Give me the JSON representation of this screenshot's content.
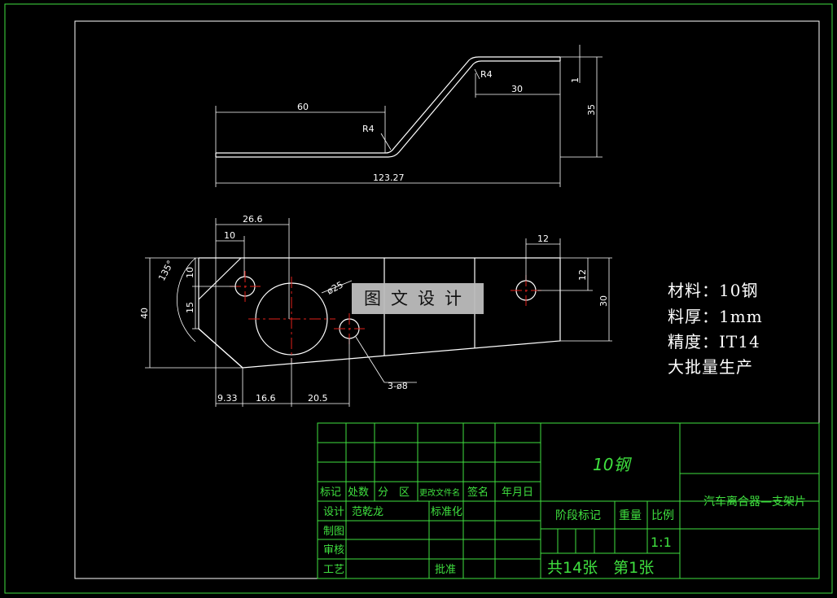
{
  "colors": {
    "background": "#000000",
    "frame": "#3fe03f",
    "geometry": "#ffffff",
    "center": "#e0201a"
  },
  "top_view": {
    "dims": {
      "total_length": "123.27",
      "left_len": "60",
      "right_len": "30",
      "height": "35",
      "thickness": "1",
      "radius_left": "R4",
      "radius_right": "R4"
    }
  },
  "flat_view": {
    "dims": {
      "d26": "26.6",
      "d10": "10",
      "d12": "12",
      "d12v": "12",
      "d30": "30",
      "d40": "40",
      "d10v": "10",
      "d15": "15",
      "angle": "135°",
      "big_hole": "ø25",
      "holes": "3-ø8",
      "d933": "9.33",
      "d166": "16.6",
      "d205": "20.5"
    }
  },
  "specs": {
    "material": "材料：10钢",
    "thickness": "料厚：1mm",
    "precision": "精度：IT14",
    "production": "大批量生产"
  },
  "watermark": "图文设计",
  "title_block": {
    "material": "10钢",
    "part_name": "汽车离合器—支架片",
    "h_mark": "标记",
    "h_count": "处数",
    "h_zone": "分　区",
    "h_doc": "更改文件名",
    "h_sign": "签名",
    "h_date": "年月日",
    "design": "设计",
    "designer": "范乾龙",
    "standard": "标准化",
    "draw": "制图",
    "review": "审核",
    "process": "工艺",
    "approve": "批准",
    "stage": "阶段标记",
    "weight": "重量",
    "scale_label": "比例",
    "scale": "1:1",
    "sheets": "共14张　第1张"
  }
}
